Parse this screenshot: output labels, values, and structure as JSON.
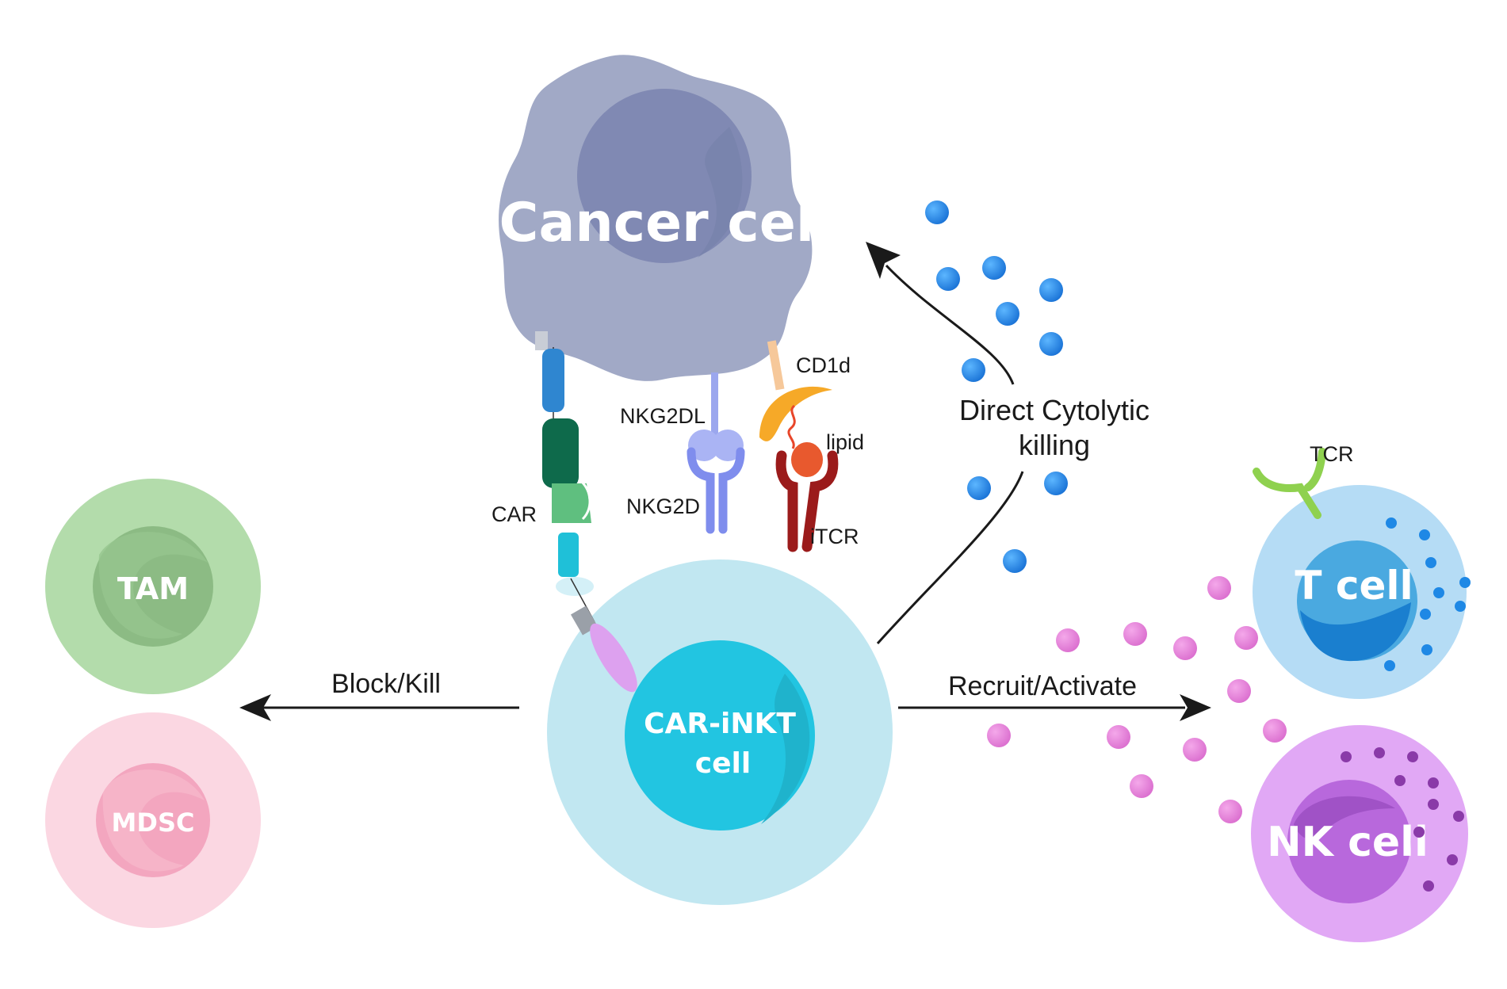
{
  "cells": {
    "cancer": {
      "label": "Cancer cell"
    },
    "car_inkt": {
      "label_line1": "CAR-iNKT",
      "label_line2": "cell"
    },
    "tam": {
      "label": "TAM"
    },
    "mdsc": {
      "label": "MDSC"
    },
    "t_cell": {
      "label": "T cell"
    },
    "nk_cell": {
      "label": "NK cell"
    }
  },
  "receptors": {
    "car": "CAR",
    "nkg2dl": "NKG2DL",
    "nkg2d": "NKG2D",
    "cd1d": "CD1d",
    "lipid": "lipid",
    "itcr": "iTCR",
    "tcr": "TCR"
  },
  "arrows": {
    "block_kill": "Block/Kill",
    "recruit_activate": "Recruit/Activate",
    "cytolytic_line1": "Direct Cytolytic",
    "cytolytic_line2": "killing"
  },
  "colors": {
    "cancer_body": "#a1a9c6",
    "cancer_nucleus": "#8089b3",
    "inkt_body": "#c1e7f1",
    "inkt_nucleus": "#22c5e1",
    "tam_body": "#b3dcab",
    "tam_nucleus": "#8cbb84",
    "mdsc_body": "#fbd7e2",
    "mdsc_nucleus": "#f3a6bf",
    "tcell_body": "#b5dcf5",
    "tcell_nucleus": "#4aa9e0",
    "nk_body": "#e1a8f5",
    "nk_nucleus": "#b868dc",
    "blue_granule": "#1e88e5",
    "pink_granule": "#e680d6"
  }
}
